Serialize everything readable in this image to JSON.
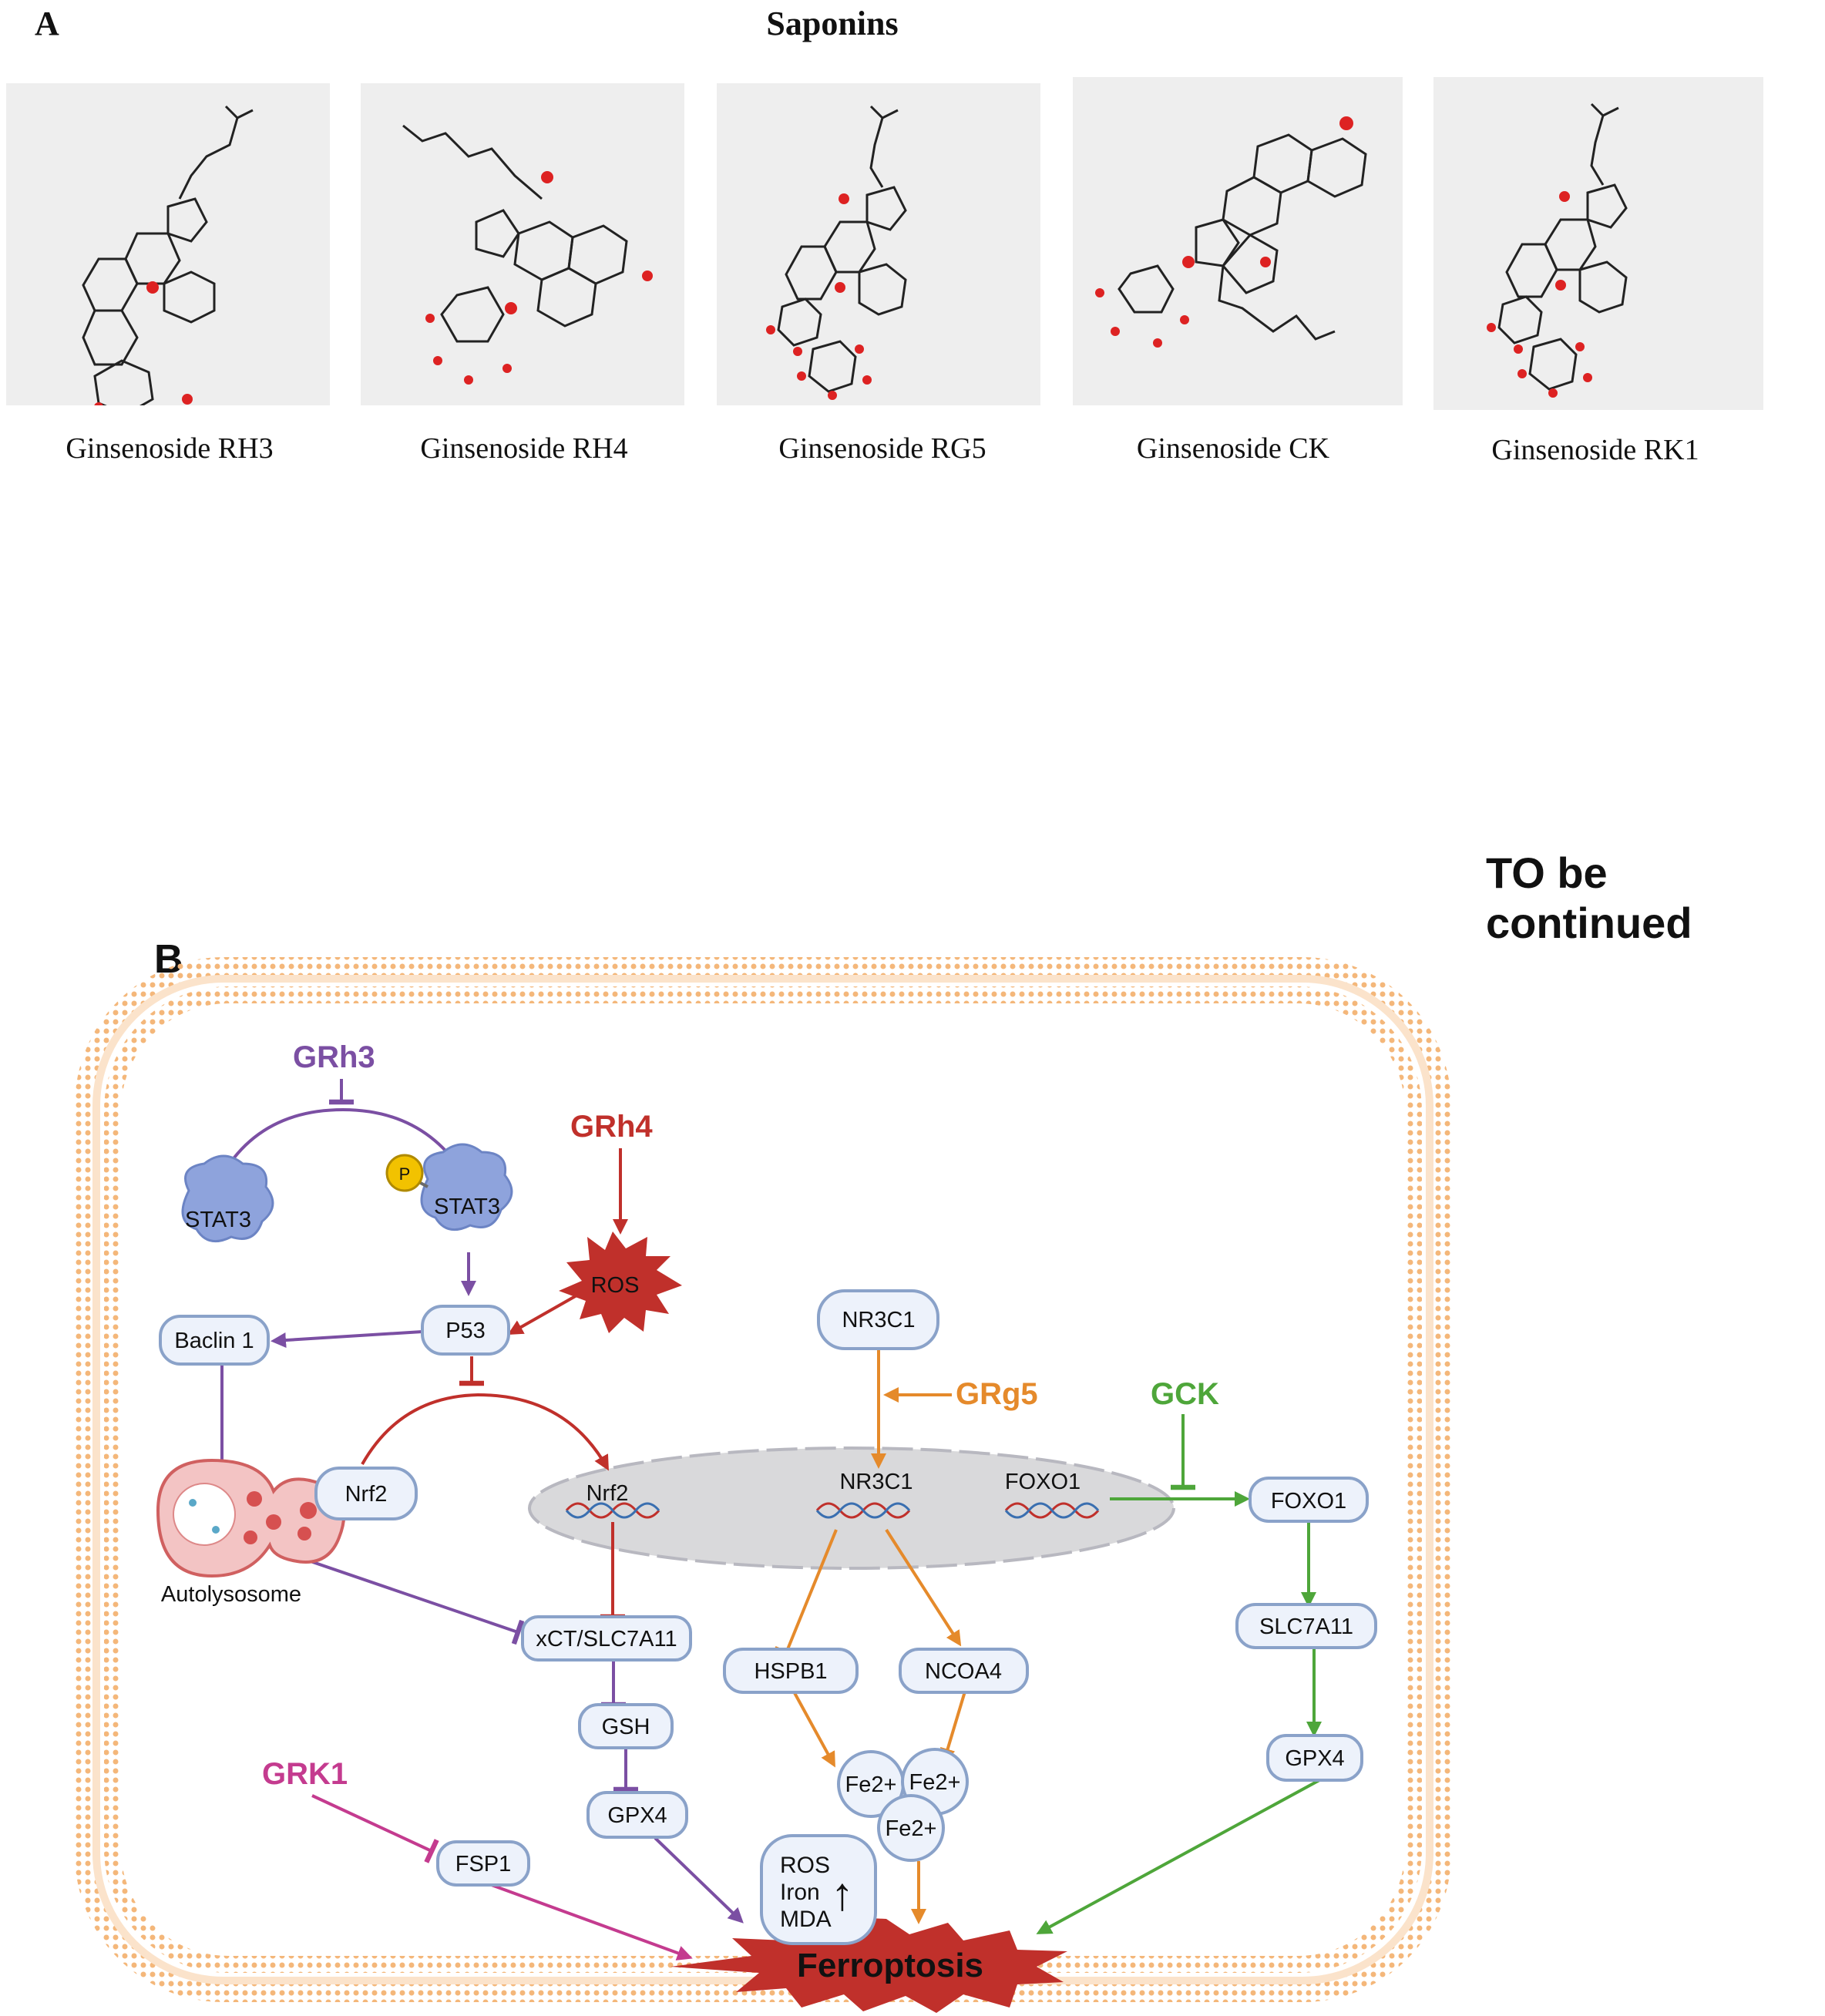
{
  "panel_a": {
    "letter": "A",
    "title": "Saponins",
    "compounds": [
      {
        "name": "Ginsenoside RH3",
        "structure_icon": "ginsenoside-rh3-structure"
      },
      {
        "name": "Ginsenoside RH4",
        "structure_icon": "ginsenoside-rh4-structure"
      },
      {
        "name": "Ginsenoside RG5",
        "structure_icon": "ginsenoside-rg5-structure"
      },
      {
        "name": "Ginsenoside CK",
        "structure_icon": "ginsenoside-ck-structure"
      },
      {
        "name": "Ginsenoside RK1",
        "structure_icon": "ginsenoside-rk1-structure"
      }
    ]
  },
  "note": "TO be continued",
  "panel_b": {
    "letter": "B",
    "drugs": {
      "grh3": "GRh3",
      "grh4": "GRh4",
      "grg5": "GRg5",
      "gck": "GCK",
      "grk1": "GRK1"
    },
    "nodes": {
      "stat3_left": "STAT3",
      "stat3_right": "STAT3",
      "phospho": "P",
      "ros_star": "ROS",
      "p53": "P53",
      "baclin1": "Baclin 1",
      "nrf2_cyto": "Nrf2",
      "nrf2_nuc": "Nrf2",
      "nr3c1_top": "NR3C1",
      "nr3c1_nuc": "NR3C1",
      "foxo1_nuc": "FOXO1",
      "foxo1_out": "FOXO1",
      "autolysosome": "Autolysosome",
      "xct": "xCT/SLC7A11",
      "gsh": "GSH",
      "gpx4_mid": "GPX4",
      "hspb1": "HSPB1",
      "ncoa4": "NCOA4",
      "fe1": "Fe2+",
      "fe2": "Fe2+",
      "fe3": "Fe2+",
      "slc7a11": "SLC7A11",
      "gpx4_right": "GPX4",
      "fsp1": "FSP1",
      "ros_box": [
        "ROS",
        "Iron",
        "MDA"
      ],
      "up_arrow": "↑",
      "ferroptosis": "Ferroptosis"
    },
    "colors": {
      "purple": "#7b4fa3",
      "red": "#c0302b",
      "orange": "#e58a2b",
      "green": "#4ea63a",
      "magenta": "#c43b8f",
      "node_fill": "#edf2fb",
      "node_stroke": "#8aa2c9",
      "membrane": "#f4b77a"
    }
  }
}
